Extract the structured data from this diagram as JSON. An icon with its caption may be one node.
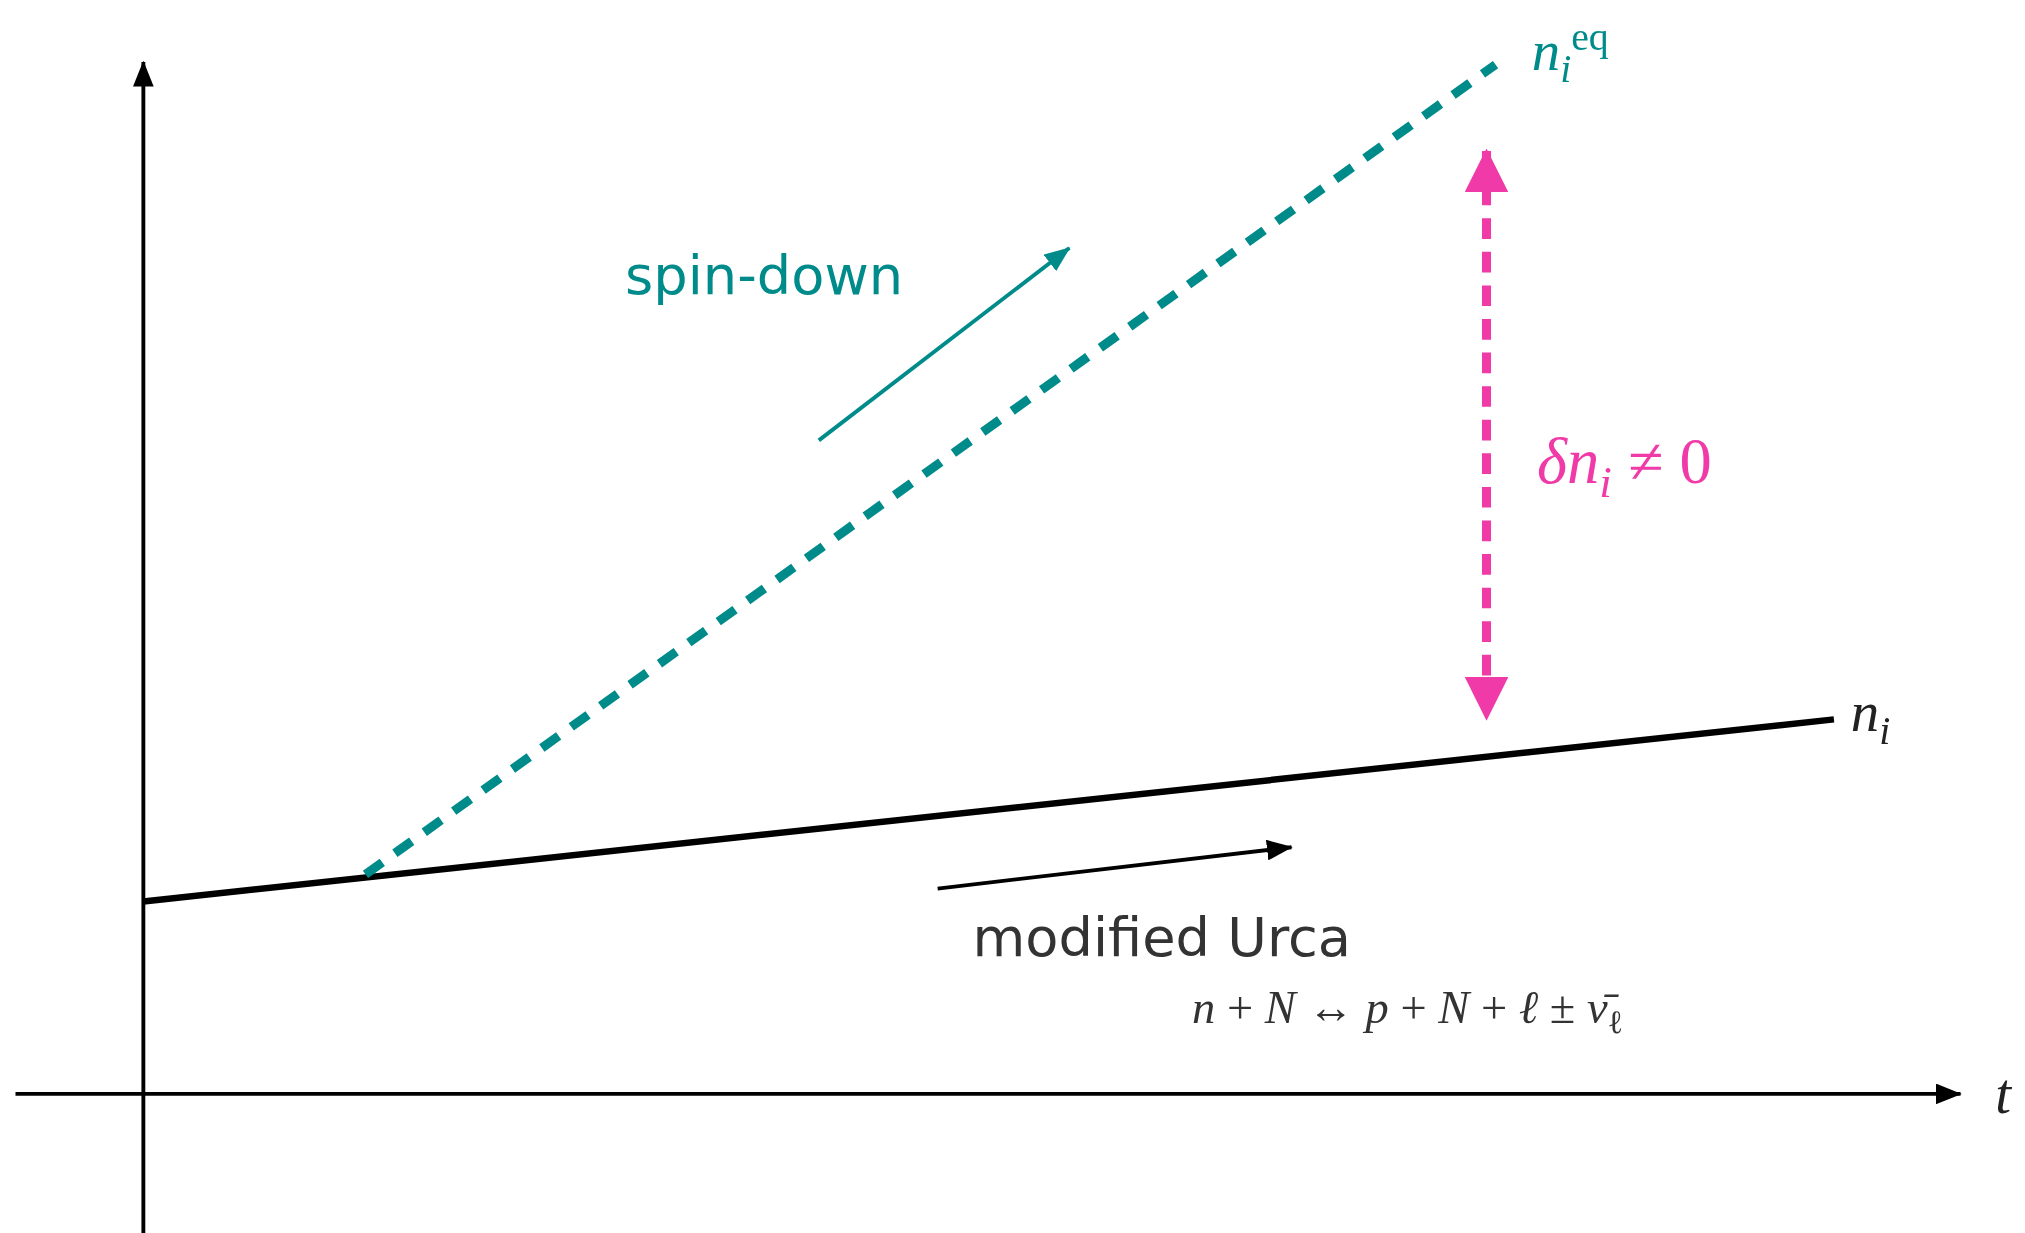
{
  "diagram": {
    "labels": [
      "*n*$_{i}$$^{eq}$",
      "spin-down",
      "*δn*$_{i}$ ≠ 0",
      "*n*$_{i}$",
      "modified Urca",
      "*n* + *N* ↔ *p* + *N* + *ℓ* ± *ν̄*$_{ℓ}$",
      "t"
    ]
  }
}
